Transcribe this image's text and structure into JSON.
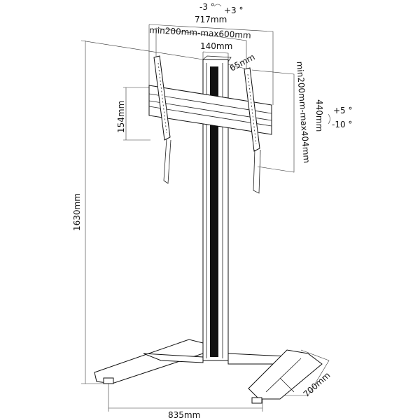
{
  "title": "Mobile TV stand dimension drawing",
  "dimensions": {
    "tilt_side_neg": "-3 °",
    "tilt_side_pos": "+3 °",
    "bracket_width": "717mm",
    "horizontal_vesa": "min200mm-max600mm",
    "column_width": "140mm",
    "column_depth": "65mm",
    "vertical_vesa": "min200mm-max404mm",
    "bracket_height": "440mm",
    "tilt_pos": "+5 °",
    "tilt_neg": "-10 °",
    "crossbar_height": "154mm",
    "total_height": "1630mm",
    "base_width": "835mm",
    "base_depth": "700mm"
  }
}
